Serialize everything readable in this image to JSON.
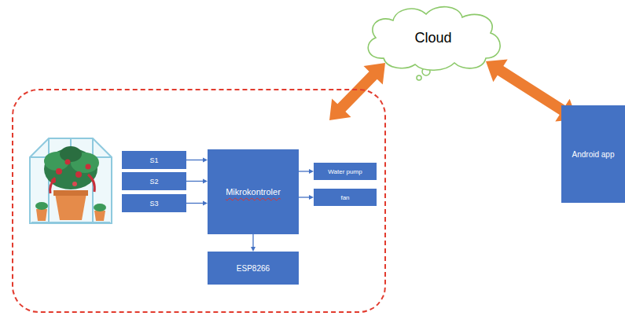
{
  "diagram": {
    "nodes": [
      {
        "text": []
      },
      {
        "text": [
          "S1"
        ],
        "in": 0
      },
      {
        "text": [
          "S2"
        ],
        "in": 0
      },
      {
        "text": [
          "S3"
        ],
        "in": 0
      },
      {
        "text": [
          "Mikrokontroler"
        ],
        "in": 0
      },
      {
        "text": [
          "Water pump"
        ],
        "in": 0
      },
      {
        "text": [
          "fan"
        ],
        "in": 0
      },
      {
        "text": [
          "ESP8266"
        ],
        "in": 0
      },
      {
        "text": [
          "Cloud"
        ]
      },
      {
        "text": [
          "Android app"
        ]
      }
    ],
    "edges": [
      {
        "from": 1,
        "to": 4,
        "arrow": "to"
      },
      {
        "from": 2,
        "to": 4,
        "arrow": "to"
      },
      {
        "from": 3,
        "to": 4,
        "arrow": "to"
      },
      {
        "from": 4,
        "to": 5,
        "arrow": "to"
      },
      {
        "from": 4,
        "to": 6,
        "arrow": "to"
      },
      {
        "from": 4,
        "to": 7,
        "arrow": "to"
      },
      {
        "from": 0,
        "to": 8,
        "arrow": "both"
      },
      {
        "from": 8,
        "to": 9,
        "arrow": "both"
      }
    ]
  }
}
